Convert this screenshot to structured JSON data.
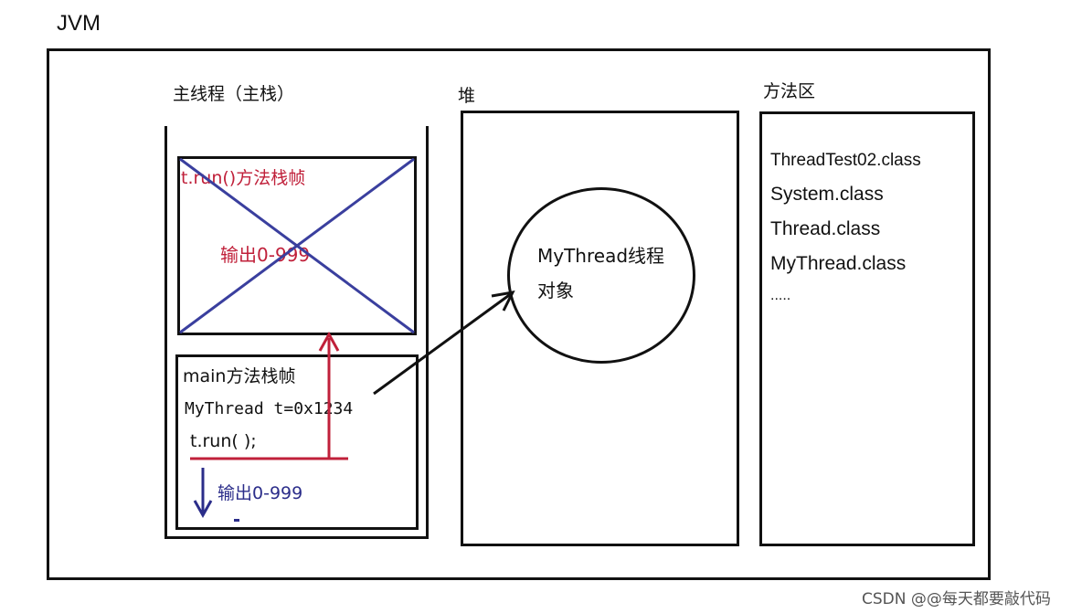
{
  "jvm": {
    "label": "JVM"
  },
  "stack": {
    "title": "主线程（主栈）",
    "run_frame": {
      "title": "t.run()方法栈帧",
      "output": "输出0-999"
    },
    "main_frame": {
      "title": "main方法栈帧",
      "code_line1": "MyThread t=0x1234",
      "code_line2": "t.run( );",
      "output": "输出0-999"
    }
  },
  "heap": {
    "title": "堆",
    "object_line1": "MyThread线程",
    "object_line2": "对象"
  },
  "method_area": {
    "title": "方法区",
    "classes": [
      "ThreadTest02.class",
      "System.class",
      "Thread.class",
      "MyThread.class",
      "....."
    ]
  },
  "watermark": "CSDN @@每天都要敲代码",
  "colors": {
    "annotation_red": "#c0203a",
    "cross_blue": "#3a3f9e",
    "arrow_blue": "#2b2d8a",
    "outline": "#111111"
  }
}
